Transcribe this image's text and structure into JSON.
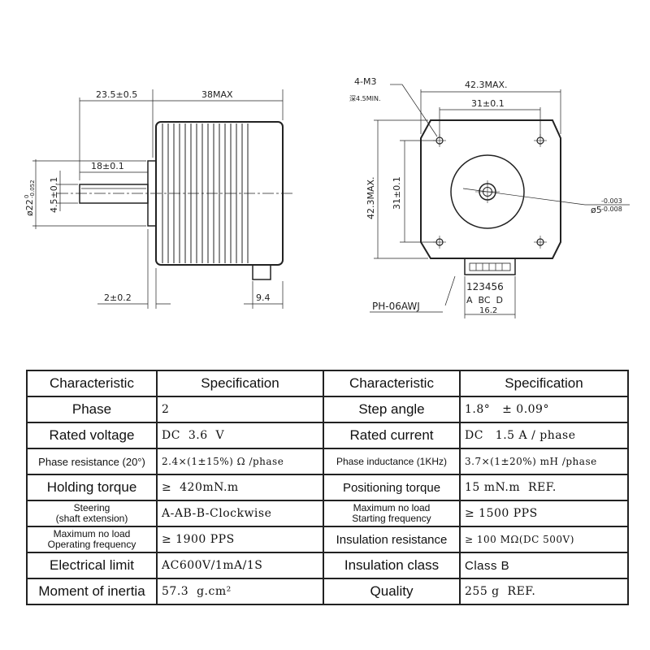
{
  "drawing": {
    "side_view": {
      "dim_shaft_length": "23.5±0.5",
      "dim_body_length": "38MAX",
      "dim_shaft_flat": "18±0.1",
      "dim_flat_depth": "4.5±0.1",
      "dim_shaft_diameter_base": "ø22",
      "dim_shaft_diameter_tol_upper": "0",
      "dim_shaft_diameter_tol_lower": "-0.052",
      "dim_boss_height": "2±0.2",
      "dim_connector": "9.4"
    },
    "front_view": {
      "screw_callout": "4-M3",
      "screw_depth": "深4.5MIN.",
      "dim_width": "42.3MAX.",
      "dim_hole_spacing_h": "31±0.1",
      "dim_height": "42.3MAX.",
      "dim_hole_spacing_v": "31±0.1",
      "dim_shaft_base": "ø5",
      "dim_shaft_tol_upper": "-0.003",
      "dim_shaft_tol_lower": "-0.008",
      "connector_pins": "123456",
      "connector_letters": "A  BC  D",
      "connector_width": "16.2",
      "connector_model": "PH-06AWJ"
    }
  },
  "table": {
    "headers": [
      "Characteristic",
      "Specification",
      "Characteristic",
      "Specification"
    ],
    "rows": [
      {
        "c1": "Phase",
        "v1": "2",
        "c2": "Step angle",
        "v2": "1.8°   ± 0.09°"
      },
      {
        "c1": "Rated voltage",
        "v1": "DC  3.6  V",
        "c2": "Rated current",
        "v2": "DC   1.5 A / phase"
      },
      {
        "c1": "Phase resistance (20°)",
        "v1": "2.4×(1±15%) Ω /phase",
        "c2": "Phase inductance (1KHz)",
        "v2": "3.7×(1±20%) mH /phase"
      },
      {
        "c1": "Holding torque",
        "v1": "≥  420mN.m",
        "c2": "Positioning torque",
        "v2": "15 mN.m  REF."
      },
      {
        "c1a": "Steering",
        "c1b": "(shaft extension)",
        "v1": "A-AB-B-Clockwise",
        "c2a": "Maximum no load",
        "c2b": "Starting frequency",
        "v2": "≥ 1500 PPS"
      },
      {
        "c1a": "Maximum no load",
        "c1b": "Operating frequency",
        "v1": "≥ 1900 PPS",
        "c2": "Insulation resistance",
        "v2": "≥ 100 MΩ(DC 500V)"
      },
      {
        "c1": "Electrical limit",
        "v1": "AC600V/1mA/1S",
        "c2": "Insulation class",
        "v2": "Class B"
      },
      {
        "c1": "Moment of inertia",
        "v1": "57.3  g.cm²",
        "c2": "Quality",
        "v2": "255 g  REF."
      }
    ]
  }
}
